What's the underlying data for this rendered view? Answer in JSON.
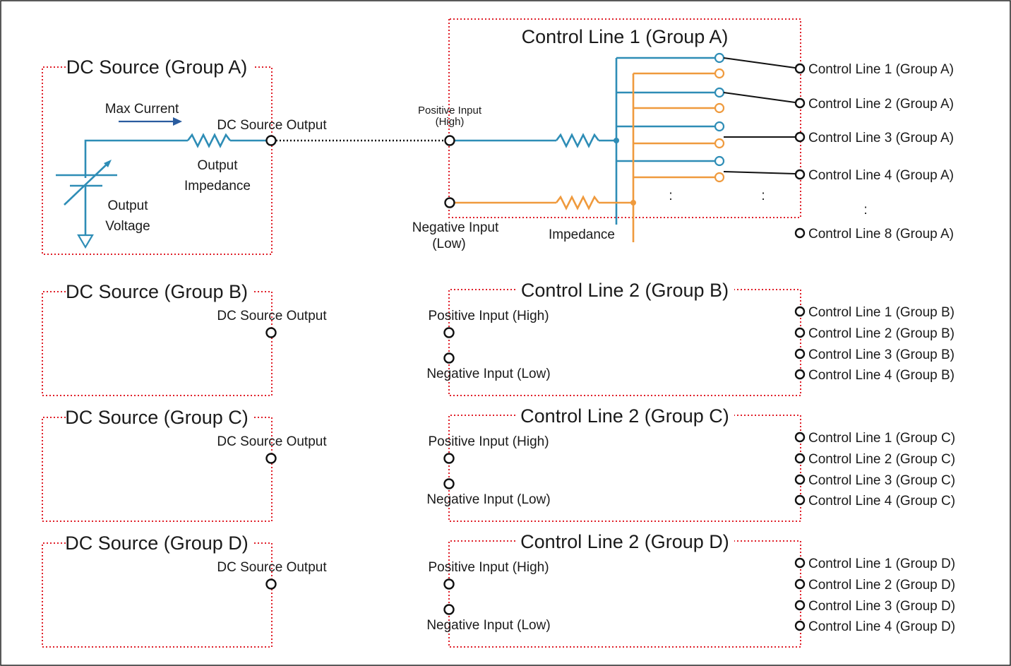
{
  "colors": {
    "border": "#e0202a",
    "blue": "#2e8db6",
    "orange": "#ef9a3d",
    "black": "#111111",
    "arrow": "#2a5c9f"
  },
  "group_a": {
    "source_title": "DC Source (Group A)",
    "max_current": "Max Current",
    "source_output": "DC Source Output",
    "output_impedance_1": "Output",
    "output_impedance_2": "Impedance",
    "output_voltage_1": "Output",
    "output_voltage_2": "Voltage",
    "control_title": "Control Line 1 (Group A)",
    "positive_input_1": "Positive Input",
    "positive_input_2": "(High)",
    "negative_input_1": "Negative Input",
    "negative_input_2": "(Low)",
    "impedance": "Impedance",
    "ellipsis": ":",
    "lines": [
      "Control Line 1 (Group A)",
      "Control Line 2 (Group A)",
      "Control Line 3 (Group A)",
      "Control Line 4 (Group A)"
    ],
    "line_last": "Control Line 8 (Group A)"
  },
  "groups": [
    {
      "source_title": "DC Source (Group B)",
      "source_output": "DC Source Output",
      "control_title": "Control Line 2 (Group B)",
      "positive_input": "Positive Input (High)",
      "negative_input": "Negative Input (Low)",
      "lines": [
        "Control Line 1 (Group B)",
        "Control Line 2 (Group B)",
        "Control Line 3 (Group B)",
        "Control Line 4 (Group B)"
      ]
    },
    {
      "source_title": "DC Source (Group C)",
      "source_output": "DC Source Output",
      "control_title": "Control Line 2 (Group C)",
      "positive_input": "Positive Input (High)",
      "negative_input": "Negative Input (Low)",
      "lines": [
        "Control Line 1 (Group C)",
        "Control Line 2 (Group C)",
        "Control Line 3 (Group C)",
        "Control Line 4 (Group C)"
      ]
    },
    {
      "source_title": "DC Source (Group D)",
      "source_output": "DC Source Output",
      "control_title": "Control Line 2 (Group D)",
      "positive_input": "Positive Input (High)",
      "negative_input": "Negative Input (Low)",
      "lines": [
        "Control Line 1 (Group D)",
        "Control Line 2 (Group D)",
        "Control Line 3 (Group D)",
        "Control Line 4 (Group D)"
      ]
    }
  ]
}
